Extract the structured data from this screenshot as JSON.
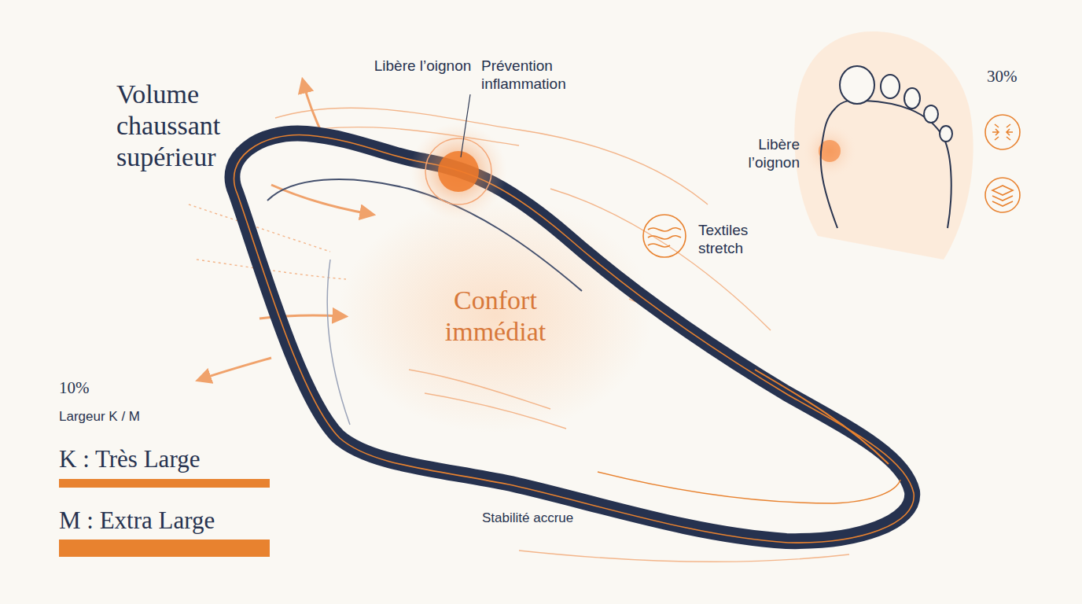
{
  "diagram": {
    "title": "Volume chaussant supérieur",
    "labels": [
      "Libère l’oignon",
      "Prévention inflammation",
      "30%",
      "Libère l’oignon",
      "Textiles stretch",
      "Confort immédiat",
      "10%",
      "Largeur K / M",
      "K : Très Large",
      "M : Extra Large",
      "Stabilité accrue"
    ]
  }
}
